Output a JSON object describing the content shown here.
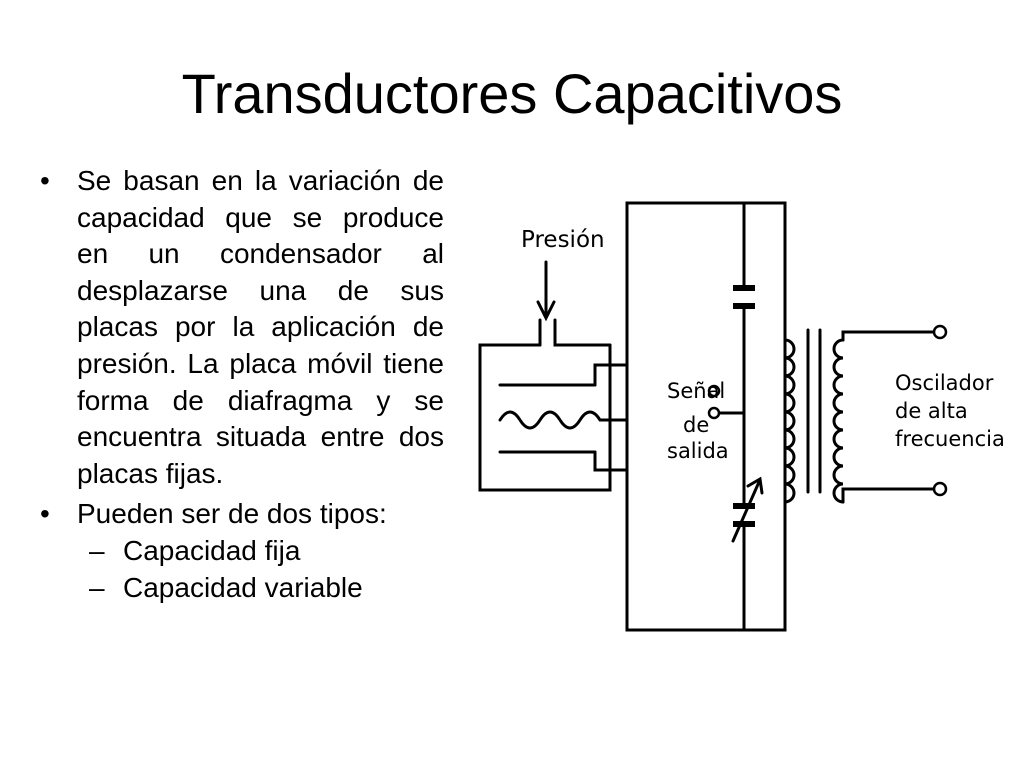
{
  "slide": {
    "title": "Transductores Capacitivos",
    "bullets": [
      {
        "marker": "•",
        "text": "Se basan en la variación de capacidad que se produce en un condensador al desplazarse una de sus placas por la aplicación de presión. La placa móvil tiene forma de diafragma y se encuentra situada entre dos placas fijas."
      },
      {
        "marker": "•",
        "text": "Pueden ser de dos tipos:",
        "subitems": [
          {
            "marker": "–",
            "text": "Capacidad fija"
          },
          {
            "marker": "–",
            "text": "Capacidad variable"
          }
        ]
      }
    ]
  },
  "diagram": {
    "labels": {
      "presion": "Presión",
      "senal": "Señal",
      "de": "de",
      "salida": "salida",
      "oscilador": "Oscilador",
      "de_alta": "de alta",
      "frecuencia": "frecuencia"
    }
  }
}
